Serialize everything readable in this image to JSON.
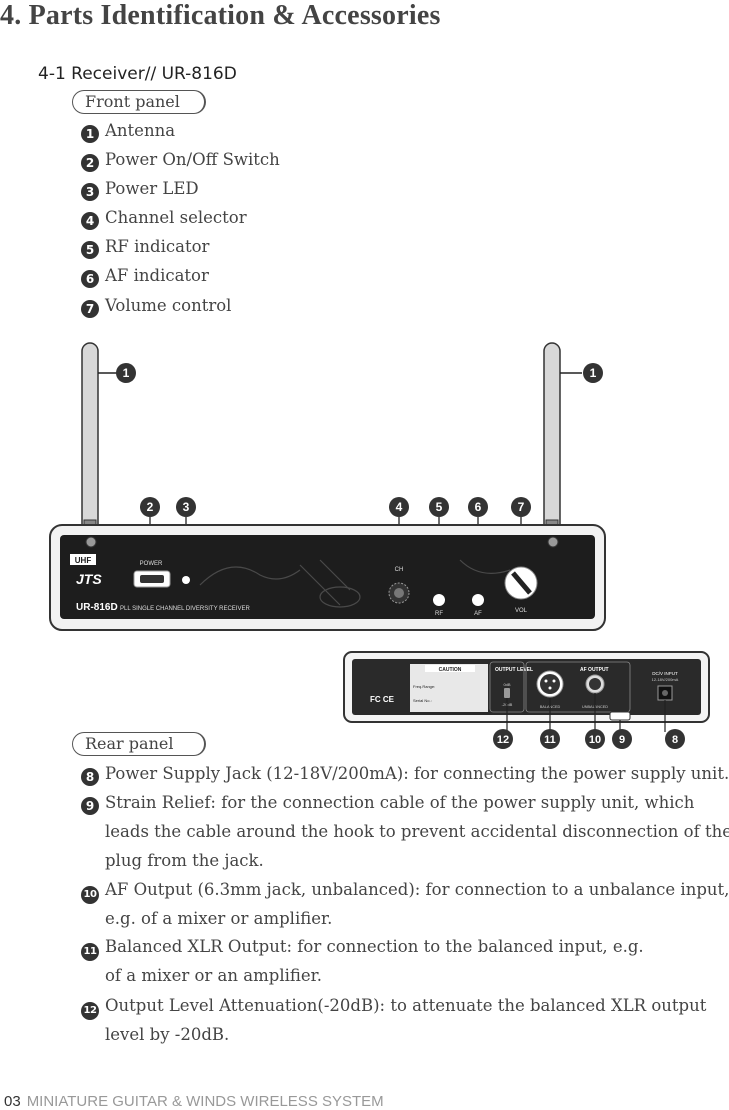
{
  "page_title": "4. Parts Identification & Accessories",
  "section_title": "4-1 Receiver// UR-816D",
  "front_panel": {
    "label": "Front panel",
    "items": [
      {
        "num": "1",
        "text": "Antenna"
      },
      {
        "num": "2",
        "text": "Power On/Off Switch"
      },
      {
        "num": "3",
        "text": "Power LED"
      },
      {
        "num": "4",
        "text": "Channel selector"
      },
      {
        "num": "5",
        "text": "RF indicator"
      },
      {
        "num": "6",
        "text": "AF indicator"
      },
      {
        "num": "7",
        "text": "Volume control"
      }
    ]
  },
  "front_device": {
    "callouts": [
      "1",
      "1",
      "2",
      "3",
      "4",
      "5",
      "6",
      "7"
    ],
    "badge": "UHF",
    "brand": "JTS",
    "power_label": "POWER",
    "model": "UR-816D",
    "model_desc": "PLL SINGLE CHANNEL DIVERSITY RECEIVER",
    "ch_label": "CH",
    "rf_label": "RF",
    "af_label": "AF",
    "vol_label": "VOL"
  },
  "rear_device": {
    "callouts": [
      "12",
      "11",
      "10",
      "9",
      "8"
    ],
    "caution": "CAUTION",
    "freq_label": "Freq.Range:",
    "serial_label": "Serial No.:",
    "output_level": "OUTPUT LEVEL",
    "odb": "0dB",
    "minus20": "-20dB",
    "balanced": "BALANCED",
    "unbalanced": "UNBALANCED",
    "af_output": "AF OUTPUT",
    "dc_input": "DC/V INPUT",
    "dc_rating": "12-18V/200mA",
    "cert": "FC CE"
  },
  "rear_panel": {
    "label": "Rear panel",
    "items": [
      {
        "num": "8",
        "lines": [
          "Power Supply Jack (12-18V/200mA): for connecting the power supply unit."
        ]
      },
      {
        "num": "9",
        "lines": [
          "Strain Relief: for the connection cable of the power supply unit, which",
          "leads  the cable around the hook to prevent accidental disconnection of the",
          "plug from the jack."
        ]
      },
      {
        "num": "10",
        "lines": [
          "AF Output (6.3mm jack, unbalanced): for connection to a unbalance input,",
          "e.g. of a mixer or amplifier."
        ]
      },
      {
        "num": "11",
        "lines": [
          "Balanced XLR Output: for connection to the balanced input, e.g.",
          "of a mixer or an amplifier."
        ]
      },
      {
        "num": "12",
        "lines": [
          "Output Level Attenuation(-20dB): to attenuate the balanced XLR output",
          "level by -20dB."
        ]
      }
    ]
  },
  "footer": {
    "page_number": "03",
    "system_name": "MINIATURE GUITAR & WINDS WIRELESS SYSTEM"
  }
}
